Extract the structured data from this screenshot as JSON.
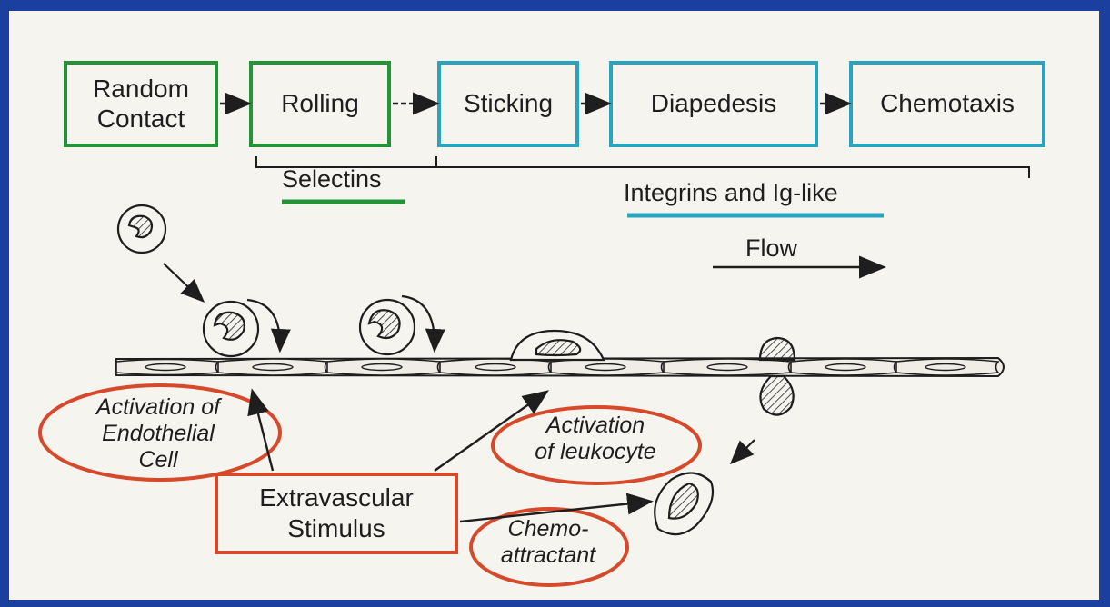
{
  "steps": [
    {
      "label": "Random\nContact"
    },
    {
      "label": "Rolling"
    },
    {
      "label": "Sticking"
    },
    {
      "label": "Diapedesis"
    },
    {
      "label": "Chemotaxis"
    }
  ],
  "molecules": {
    "selectins": "Selectins",
    "integrins": "Integrins and Ig-like"
  },
  "flow_label": "Flow",
  "ellipses": {
    "endothelial": "Activation of\nEndothelial\nCell",
    "leukocyte": "Activation\nof leukocyte",
    "chemo": "Chemo-\nattractant"
  },
  "stimulus": "Extravascular\nStimulus",
  "colors": {
    "frame": "#1a3f9e",
    "green": "#249236",
    "teal": "#2aa3bd",
    "red": "#d6492a"
  }
}
